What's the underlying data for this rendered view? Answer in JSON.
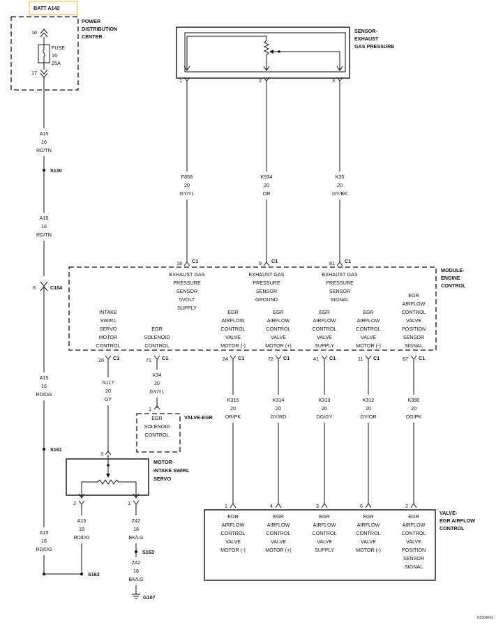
{
  "batt": {
    "label": "BATT A142",
    "border_color": "#f2c24b"
  },
  "pdc": {
    "title": [
      "POWER",
      "DISTRIBUTION",
      "CENTER"
    ],
    "pin_top": "16",
    "pin_bottom": "17",
    "fuse": [
      "FUSE",
      "16",
      "25A"
    ]
  },
  "left_wires": [
    [
      "A15",
      "16",
      "RD/TN"
    ],
    [
      "A15",
      "16",
      "RD/TN"
    ],
    [
      "A15",
      "16",
      "RD/DG"
    ],
    [
      "A15",
      "16",
      "RD/DG"
    ]
  ],
  "splices": {
    "s130": "S130",
    "s161": "S161",
    "s162": "S162",
    "s163": "S163"
  },
  "c104": {
    "pin": "6",
    "label": "C104"
  },
  "sensor": {
    "title": [
      "SENSOR-",
      "EXHAUST",
      "GAS PRESSURE"
    ],
    "pins": [
      "1",
      "2",
      "3"
    ],
    "wires": [
      [
        "F858",
        "20",
        "GY/YL"
      ],
      [
        "K934",
        "20",
        "OR"
      ],
      [
        "K35",
        "20",
        "GY/BK"
      ]
    ]
  },
  "ecm": {
    "title": [
      "MODULE-",
      "ENGINE",
      "CONTROL"
    ],
    "top_pins": [
      {
        "pin": "18",
        "conn": "C1",
        "desc": [
          "EXHAUST GAS",
          "PRESSURE",
          "SENSOR",
          "5VOLT",
          "SUPPLY"
        ]
      },
      {
        "pin": "9",
        "conn": "C1",
        "desc": [
          "EXHAUST GAS",
          "PRESSURE",
          "SENSOR",
          "GROUND"
        ]
      },
      {
        "pin": "81",
        "conn": "C1",
        "desc": [
          "EXHAUST GAS",
          "PRESSURE",
          "SENSOR",
          "SIGNAL"
        ]
      }
    ],
    "bottom_pins": [
      {
        "pin": "20",
        "conn": "C1",
        "desc": [
          "INTAKE",
          "SWIRL",
          "SERVO",
          "MOTOR",
          "CONTROL"
        ]
      },
      {
        "pin": "71",
        "conn": "C1",
        "desc": [
          "EGR",
          "SOLENOID",
          "CONTROL"
        ]
      },
      {
        "pin": "24",
        "conn": "C1",
        "desc": [
          "EGR",
          "AIRFLOW",
          "CONTROL",
          "VALVE",
          "MOTOR (-)"
        ]
      },
      {
        "pin": "72",
        "conn": "C1",
        "desc": [
          "EGR",
          "AIRFLOW",
          "CONTROL",
          "VALVE",
          "MOTOR (+)"
        ]
      },
      {
        "pin": "41",
        "conn": "C1",
        "desc": [
          "EGR",
          "AIRFLOW",
          "CONTROL",
          "VALVE",
          "SUPPLY"
        ]
      },
      {
        "pin": "11",
        "conn": "C1",
        "desc": [
          "EGR",
          "AIRFLOW",
          "CONTROL",
          "VALVE",
          "MOTOR (-)"
        ]
      },
      {
        "pin": "67",
        "conn": "C1",
        "desc": [
          "EGR",
          "AIRFLOW",
          "CONTROL",
          "VALVE",
          "POSITION",
          "SENSOR",
          "SIGNAL"
        ]
      }
    ]
  },
  "lower_wires": [
    [
      "N117",
      "20",
      "GY"
    ],
    [
      "K34",
      "20",
      "GY/YL"
    ],
    [
      "K315",
      "20",
      "OR/PK"
    ],
    [
      "K314",
      "20",
      "GY/RD"
    ],
    [
      "K313",
      "20",
      "DG/GY"
    ],
    [
      "K312",
      "20",
      "GY/OR"
    ],
    [
      "K390",
      "20",
      "DG/PK"
    ]
  ],
  "valve_egr": {
    "title": "VALVE-EGR",
    "pin": "1",
    "desc": [
      "EGR",
      "SOLENOID",
      "CONTROL"
    ]
  },
  "motor": {
    "title": [
      "MOTOR-",
      "INTAKE SWIRL",
      "SERVO"
    ],
    "top_pin": "3",
    "left_pin": "2",
    "right_pin": "1"
  },
  "motor_wires": [
    [
      "A15",
      "18",
      "RD/DG"
    ],
    [
      "Z42",
      "18",
      "BK/LG"
    ],
    [
      "Z42",
      "18",
      "BK/LG"
    ]
  ],
  "ground": "G107",
  "egr_valve": {
    "title": [
      "VALVE-",
      "EGR AIRFLOW",
      "CONTROL"
    ],
    "pins": [
      {
        "pin": "1",
        "desc": [
          "EGR",
          "AIRFLOW",
          "CONTROL",
          "VALVE",
          "MOTOR (-)"
        ]
      },
      {
        "pin": "4",
        "desc": [
          "EGR",
          "AIRFLOW",
          "CONTROL",
          "VALVE",
          "MOTOR (+)"
        ]
      },
      {
        "pin": "3",
        "desc": [
          "EGR",
          "AIRFLOW",
          "CONTROL",
          "VALVE",
          "SUPPLY"
        ]
      },
      {
        "pin": "6",
        "desc": [
          "EGR",
          "AIRFLOW",
          "CONTROL",
          "VALVE",
          "MOTOR (-)"
        ]
      },
      {
        "pin": "2",
        "desc": [
          "EGR",
          "AIRFLOW",
          "CONTROL",
          "VALVE",
          "POSITION",
          "SENSOR",
          "SIGNAL"
        ]
      }
    ]
  },
  "figure_code": "815D4F01"
}
